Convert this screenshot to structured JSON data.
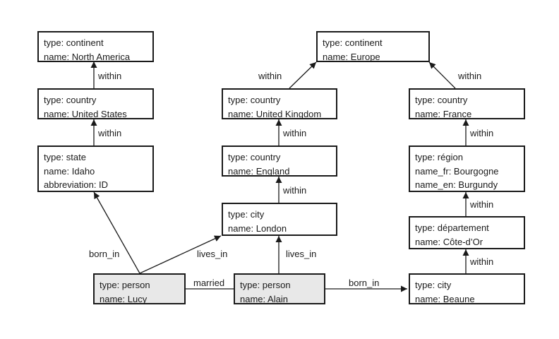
{
  "nodes": {
    "n_america": {
      "lines": [
        "type: continent",
        "name: North America"
      ]
    },
    "us": {
      "lines": [
        "type: country",
        "name: United States"
      ]
    },
    "idaho": {
      "lines": [
        "type: state",
        "name: Idaho",
        "abbreviation: ID"
      ]
    },
    "europe": {
      "lines": [
        "type: continent",
        "name: Europe"
      ]
    },
    "uk": {
      "lines": [
        "type: country",
        "name: United Kingdom"
      ]
    },
    "england": {
      "lines": [
        "type: country",
        "name: England"
      ]
    },
    "london": {
      "lines": [
        "type: city",
        "name: London"
      ]
    },
    "france": {
      "lines": [
        "type: country",
        "name: France"
      ]
    },
    "bourgogne": {
      "lines": [
        "type: région",
        "name_fr: Bourgogne",
        "name_en: Burgundy"
      ]
    },
    "cotedor": {
      "lines": [
        "type: département",
        "name: Côte-d’Or"
      ]
    },
    "beaune": {
      "lines": [
        "type: city",
        "name: Beaune"
      ]
    },
    "lucy": {
      "lines": [
        "type: person",
        "name: Lucy"
      ]
    },
    "alain": {
      "lines": [
        "type: person",
        "name: Alain"
      ]
    }
  },
  "edges": {
    "us_within": "within",
    "idaho_within": "within",
    "uk_within": "within",
    "england_within": "within",
    "london_within": "within",
    "france_within": "within",
    "bourgogne_within": "within",
    "cotedor_within": "within",
    "beaune_within": "within",
    "lucy_born_in": "born_in",
    "lucy_lives_in": "lives_in",
    "alain_lives_in": "lives_in",
    "married": "married",
    "alain_born_in": "born_in"
  }
}
